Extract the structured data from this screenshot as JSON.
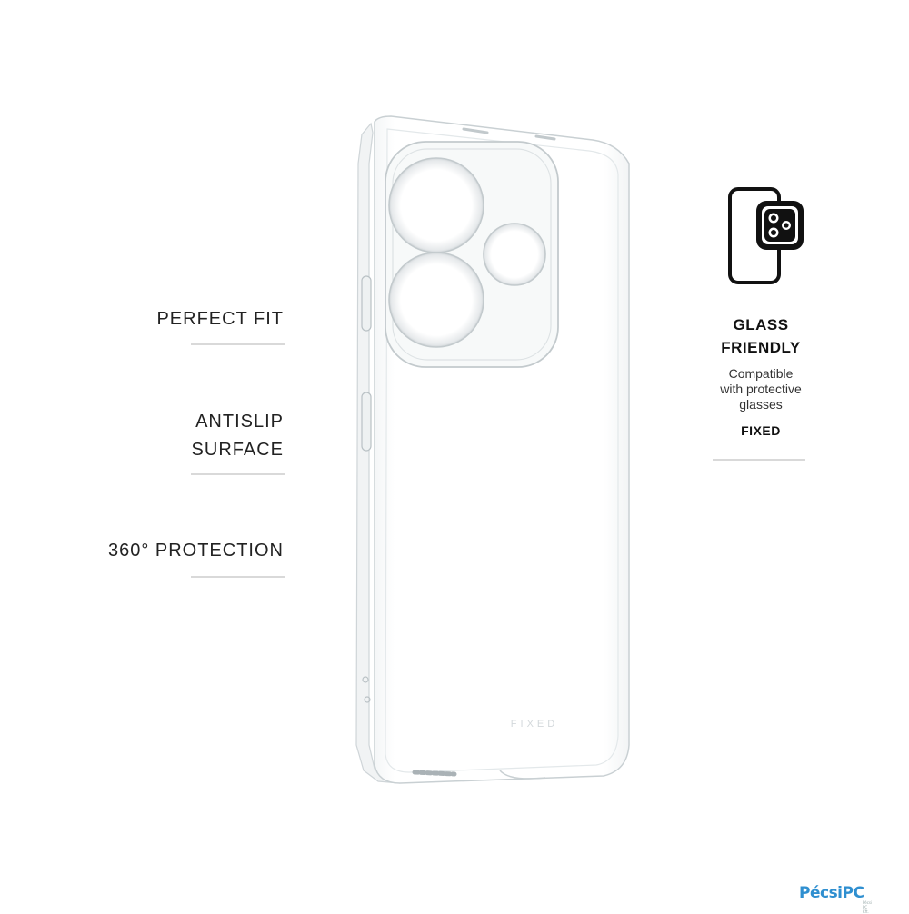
{
  "features": [
    {
      "lines": [
        "PERFECT FIT"
      ]
    },
    {
      "lines": [
        "ANTISLIP",
        "SURFACE"
      ]
    },
    {
      "lines": [
        "360° PROTECTION"
      ]
    }
  ],
  "glass": {
    "icon": "phone-camera-glass-icon",
    "title_line1": "GLASS",
    "title_line2": "FRIENDLY",
    "desc_line1": "Compatible",
    "desc_line2": "with protective",
    "desc_line3": "glasses",
    "brand": "FIXED"
  },
  "case_logo": "FIXED",
  "watermark": {
    "name": "PécsiPC",
    "sub": "Pécsi PC Kft."
  },
  "colors": {
    "background": "#ffffff",
    "text": "#222222",
    "rule": "#d9d9d9",
    "watermark": "#2f8fd0"
  }
}
